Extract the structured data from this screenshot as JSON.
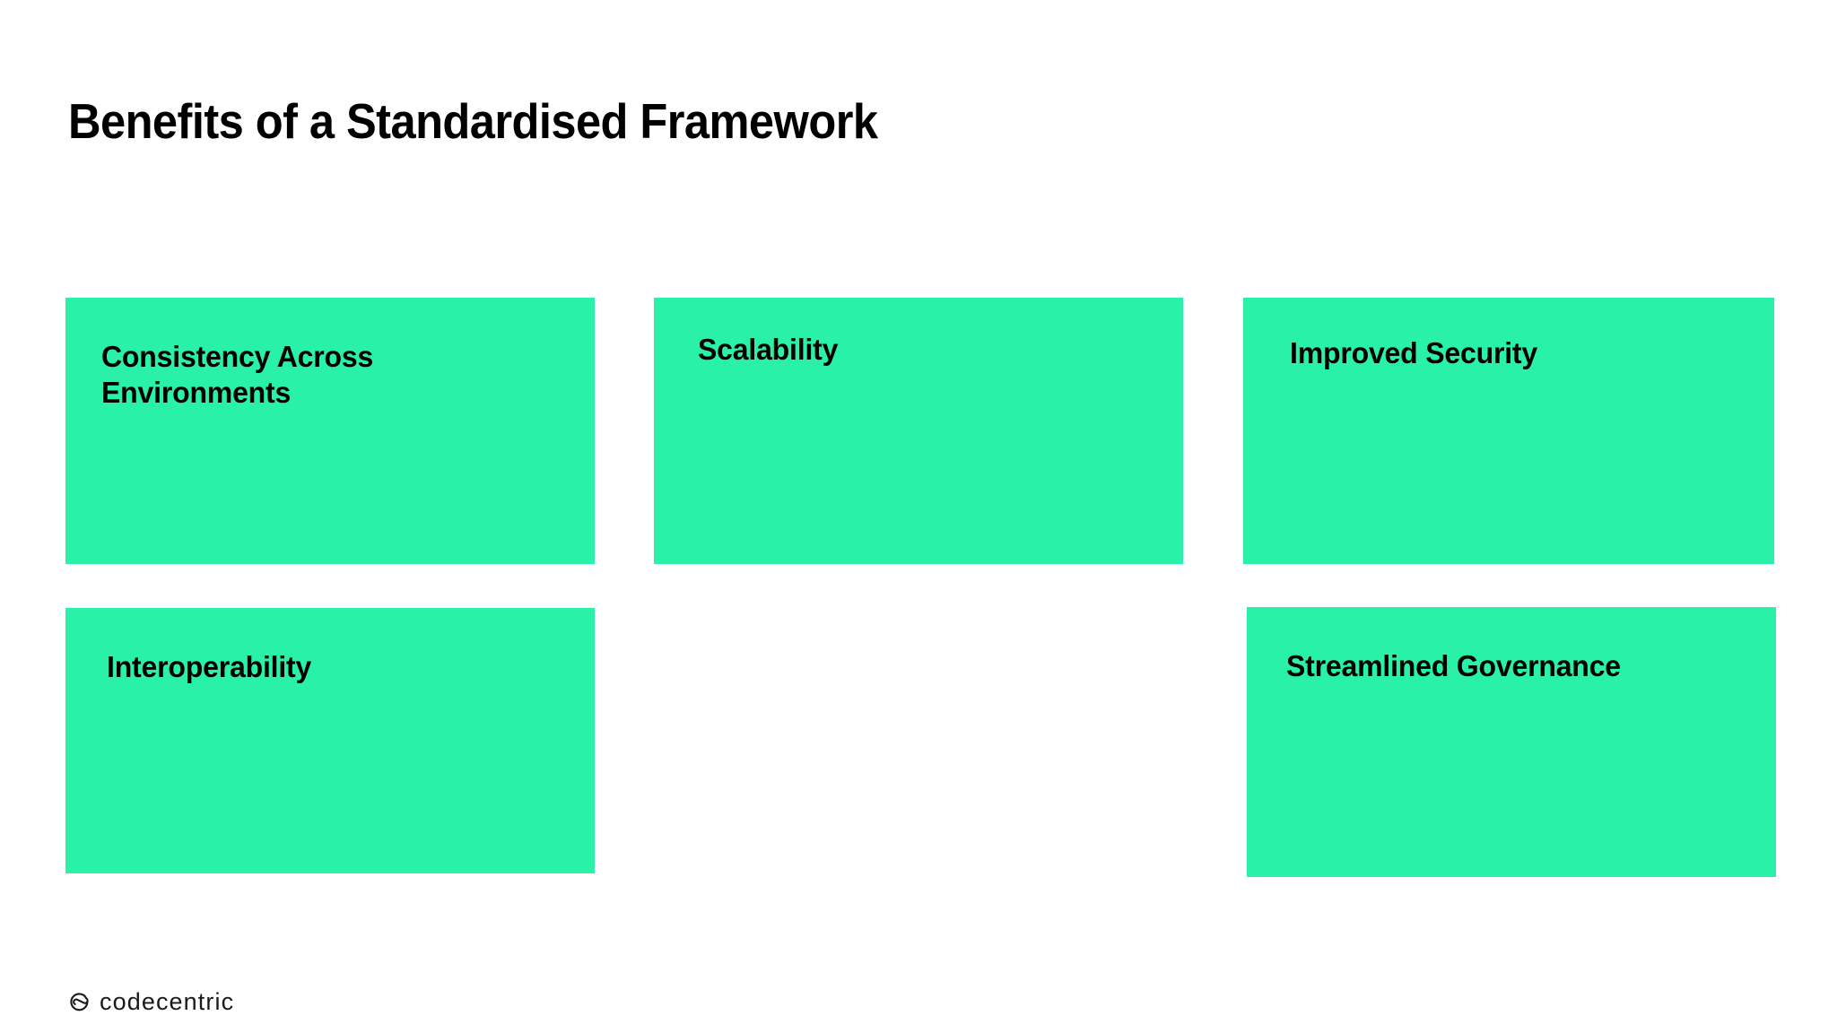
{
  "slide": {
    "title": "Benefits of a Standardised Framework",
    "background_color": "#ffffff",
    "accent_color": "#2af1a8",
    "text_color": "#000000"
  },
  "cards": [
    {
      "id": "consistency",
      "label": "Consistency Across Environments"
    },
    {
      "id": "scalability",
      "label": "Scalability"
    },
    {
      "id": "improved-security",
      "label": "Improved Security"
    },
    {
      "id": "interoperability",
      "label": "Interoperability"
    },
    {
      "id": "streamlined-governance",
      "label": "Streamlined Governance"
    }
  ],
  "footer": {
    "logo_text": "codecentric",
    "logo_icon": "codecentric-loop-icon"
  }
}
